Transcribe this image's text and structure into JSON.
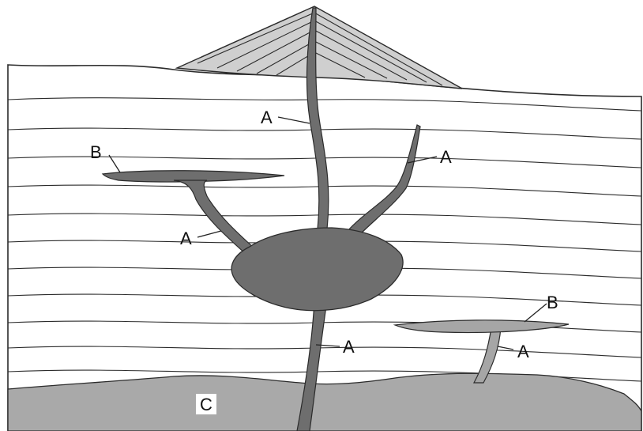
{
  "labels": {
    "dike_top": "A",
    "dike_right": "A",
    "dike_left": "A",
    "dike_lower": "A",
    "dike_small": "A",
    "sill_upper": "B",
    "sill_lower": "B",
    "basement": "C"
  },
  "colors": {
    "intrusion_dark": "#6e6e6e",
    "intrusion_light": "#a6a6a6",
    "basement": "#a9a9a9",
    "volcano_fill": "#c9c9c9",
    "strata_line": "#2b2b2b"
  }
}
